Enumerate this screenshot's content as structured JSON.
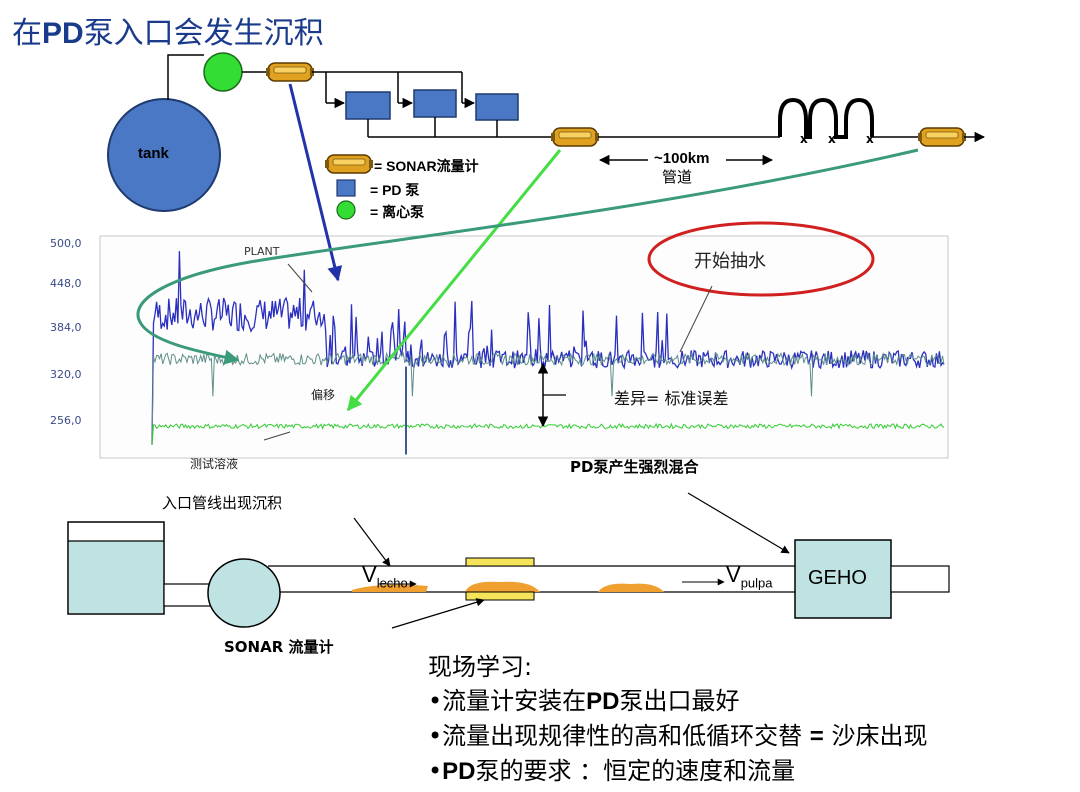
{
  "title": {
    "prefix": "在",
    "bold": "PD",
    "rest": "泵入口会发生沉积"
  },
  "tank_label": "tank",
  "legend": {
    "sonar": "= SONAR流量计",
    "pd": "= PD 泵",
    "centrifugal": "= 离心泵"
  },
  "distance_label": "~100km",
  "pipeline_label": "管道",
  "chart": {
    "y_ticks": [
      "500,0",
      "448,0",
      "384,0",
      "320,0",
      "256,0"
    ],
    "plant_label": "PLANT",
    "pump_water_label": "开始抽水",
    "offset_label": "偏移",
    "difference_label": "差异= 标准误差",
    "test_solution_label": "测试溶液"
  },
  "chart_data": {
    "type": "line",
    "title": "",
    "xlabel": "",
    "ylabel": "",
    "y_tick_labels": [
      "500,0",
      "448,0",
      "384,0",
      "320,0",
      "256,0"
    ],
    "ylim": [
      210,
      500
    ],
    "series": [
      {
        "name": "PLANT",
        "color": "#2a2fbf",
        "level": 340,
        "burst_level": 400,
        "noise": 12
      },
      {
        "name": "",
        "color": "#5f8f8a",
        "level": 340,
        "noise": 8
      },
      {
        "name": "测试溶液",
        "color": "#33cc33",
        "level": 250,
        "noise": 3
      }
    ]
  },
  "bottom": {
    "pd_mixing_label": "PD泵产生强烈混合",
    "inlet_label": "入口管线出现沉积",
    "v_echo": {
      "v": "V",
      "sub": "lecho"
    },
    "v_pulpa": {
      "v": "V",
      "sub": "pulpa"
    },
    "geho": "GEHO",
    "sonar_label": "SONAR 流量计"
  },
  "notes": {
    "heading": "现场学习:",
    "line1_pre": "•流量计安装在",
    "line1_bold": "PD",
    "line1_post": "泵出口最好",
    "line2_pre": "•流量出现规律性的高和低循环交替 ",
    "line2_bold": "=",
    "line2_post": " 沙床出现",
    "line3_bullet": "•",
    "line3_bold": "PD",
    "line3_post": "泵的要求 ：恒定的速度和流量"
  },
  "colors": {
    "title": "#1a3b8c",
    "tank": "#4a78c4",
    "pd_pump": "#4a78c4",
    "centrifugal_pump": "#33dd33",
    "sonar": "#e0a020",
    "blue_arrow": "#2233aa",
    "green_arrow": "#44dd44",
    "teal_arrow": "#3a9a7a",
    "red_ellipse": "#d02020",
    "sediment": "#f0a030",
    "geho_box": "#bfe3e3",
    "tank_water": "#bfe3e3"
  }
}
